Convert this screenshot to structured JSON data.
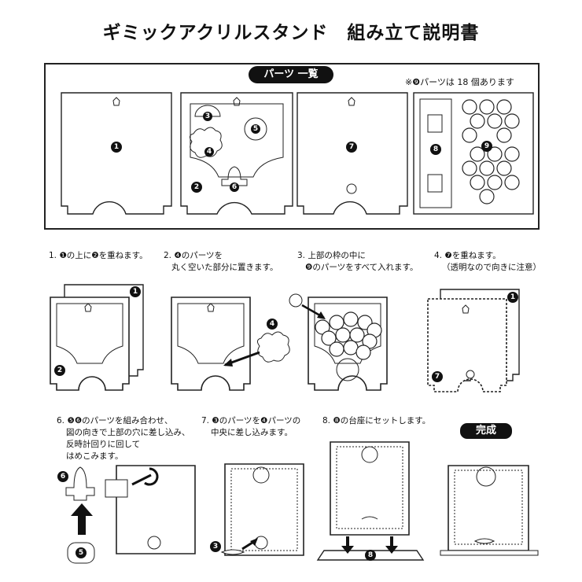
{
  "title": "ギミックアクリルスタンド　組み立て説明書",
  "parts": {
    "label": "パーツ 一覧",
    "note": "※❾パーツは 18 個あります",
    "numbers": [
      "1",
      "2",
      "3",
      "4",
      "5",
      "6",
      "7",
      "8",
      "9"
    ]
  },
  "steps": [
    {
      "id": "1",
      "lines": [
        "1. ❶の上に❷を重ねます。"
      ]
    },
    {
      "id": "2",
      "lines": [
        "2. ❹のパーツを",
        "丸く空いた部分に置きます。"
      ]
    },
    {
      "id": "3",
      "lines": [
        "3. 上部の枠の中に",
        "❾のパーツをすべて入れます。"
      ]
    },
    {
      "id": "4",
      "lines": [
        "4. ❼を重ねます。",
        "（透明なので向きに注意）"
      ]
    },
    {
      "id": "6",
      "lines": [
        "6. ❺❻のパーツを組み合わせ、",
        "図の向きで上部の穴に差し込み、",
        "反時計回りに回して",
        "はめこみます。"
      ]
    },
    {
      "id": "7",
      "lines": [
        "7. ❸のパーツを❹パーツの",
        "中央に差し込みます。"
      ]
    },
    {
      "id": "8",
      "lines": [
        "8. ❽の台座にセットします。"
      ]
    }
  ],
  "complete_label": "完成"
}
